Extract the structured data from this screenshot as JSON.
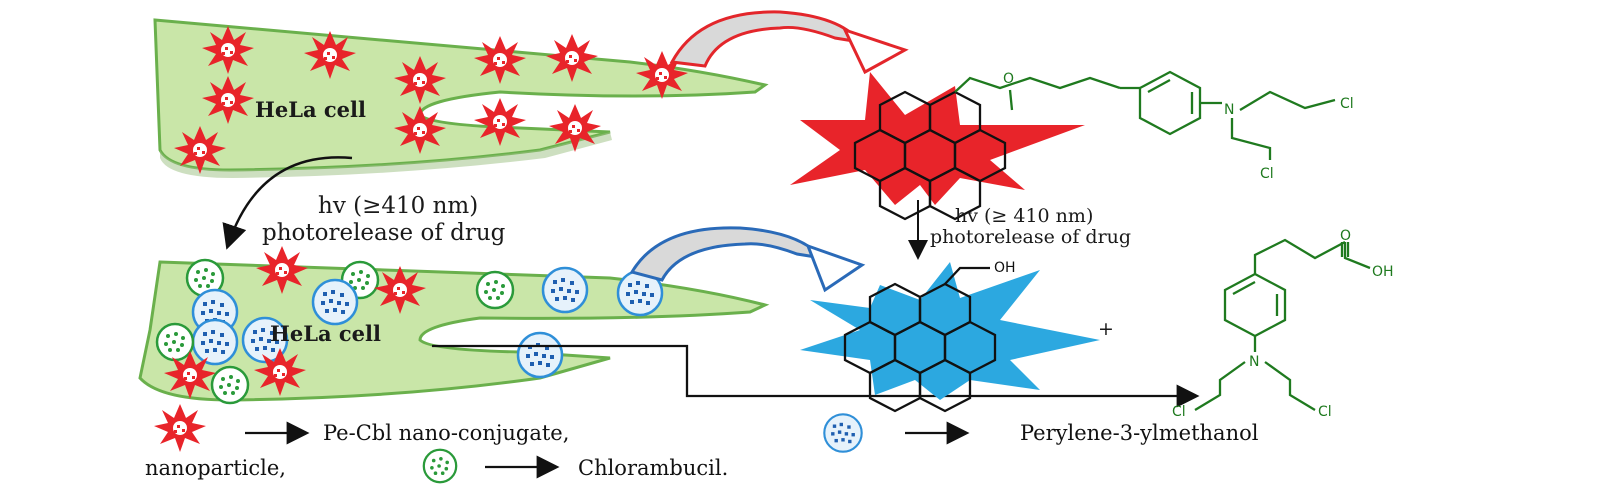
{
  "cells": {
    "top_label": "HeLa cell",
    "bottom_label": "HeLa cell"
  },
  "left_step": {
    "line1": "hv (≥410 nm)",
    "line2": "photorelease of drug"
  },
  "right_step": {
    "line1": "hv (≥ 410 nm)",
    "line2": "photorelease of drug"
  },
  "atoms": {
    "cl_a": "Cl",
    "cl_b": "Cl",
    "n_a": "N",
    "o_a": "O",
    "oh_top": "OH",
    "plus": "+",
    "o_acid": "O",
    "oh_acid": "OH",
    "n_b": "N",
    "cl_c": "Cl",
    "cl_d": "Cl"
  },
  "legend": {
    "nano_conjugate": "Pe-Cbl nano-conjugate,",
    "perylene": "Perylene-3-ylmethanol",
    "nanoparticle": "nanoparticle,",
    "chlorambucil": "Chlorambucil."
  },
  "colors": {
    "cell_fill": "#c9e6a8",
    "cell_stroke": "#6ab04c",
    "nano_red": "#e8242a",
    "perylene_blue": "#2f8fd8",
    "chlorambucil_green": "#2a9a3a",
    "arrow_red": "#e3262b",
    "arrow_blue": "#2a6ab8"
  },
  "icons": {
    "nano_conjugate": "red-starburst-icon",
    "perylene": "blue-dotted-sphere-icon",
    "chlorambucil": "green-dotted-sphere-icon"
  }
}
